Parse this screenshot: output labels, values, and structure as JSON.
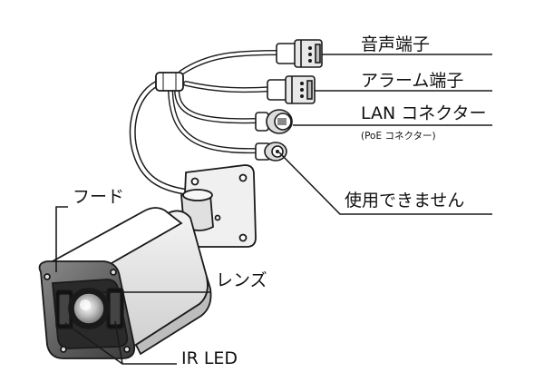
{
  "labels": {
    "audio": "音声端子",
    "alarm": "アラーム端子",
    "lan": "LAN コネクター",
    "lan_sub": "(PoE コネクター)",
    "unused": "使用できません",
    "hood": "フード",
    "lens": "レンズ",
    "ir_led": "IR LED"
  },
  "colors": {
    "line": "#1a1a1a",
    "body": "#ffffff",
    "shade": "#d6d6d6",
    "dark": "#555555"
  }
}
